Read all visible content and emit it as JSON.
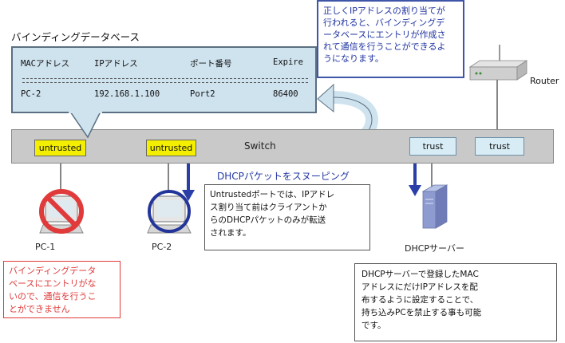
{
  "binding_database": {
    "title": "バインディングデータベース",
    "columns": [
      "MACアドレス",
      "IPアドレス",
      "ポート番号",
      "Expire"
    ],
    "separator": "======================================================",
    "rows": [
      {
        "mac": "PC-2",
        "ip": "192.168.1.100",
        "port": "Port2",
        "expire": "86400"
      }
    ]
  },
  "switch": {
    "label": "Switch",
    "ports": [
      {
        "label": "untrusted"
      },
      {
        "label": "untrusted"
      },
      {
        "label": "trust"
      },
      {
        "label": "trust"
      }
    ]
  },
  "devices": {
    "pc1": "PC-1",
    "pc2": "PC-2",
    "dhcp_server": "DHCPサーバー",
    "router": "Router"
  },
  "snooping_label": "DHCPパケットをスヌーピング",
  "callouts": {
    "top": [
      "正しくIPアドレスの割り当てが",
      "行われると、バインディングデ",
      "ータベースにエントリが作成さ",
      "れて通信を行うことができるよ",
      "うになります。"
    ],
    "middle": [
      "Untrustedポートでは、IPアドレ",
      "ス割り当て前はクライアントか",
      "らのDHCPパケットのみが転送",
      "されます。"
    ],
    "red": [
      "バインディングデータ",
      "ベースにエントリがな",
      "いので、通信を行うこ",
      "とができません"
    ],
    "bottom": [
      "DHCPサーバーで登録したMAC",
      "アドレスにだけIPアドレスを配",
      "布するように設定することで、",
      "持ち込みPCを禁止する事も可能",
      "です。"
    ]
  },
  "colors": {
    "untrusted_port": "#f4ef00",
    "trust_port": "#d7ecf4",
    "db_panel": "#cfe3ef",
    "arrow_blue": "#2b3ea8",
    "warning_red": "#e03a3a"
  }
}
